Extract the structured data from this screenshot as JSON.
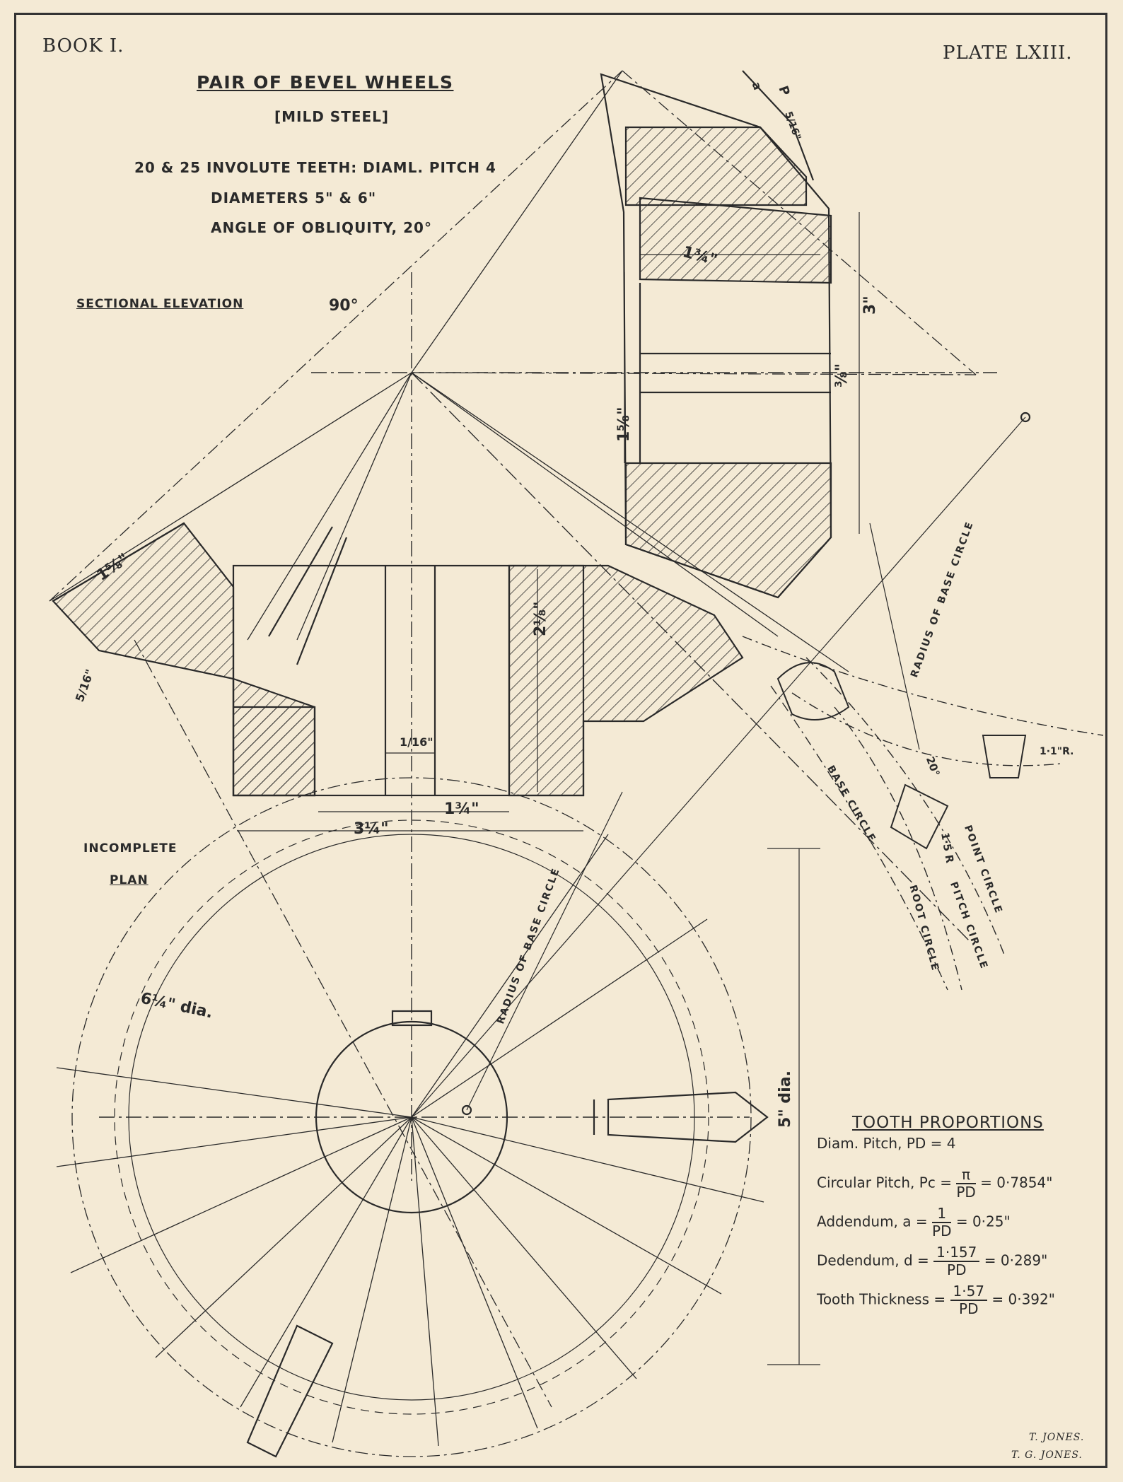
{
  "header": {
    "book": "BOOK I.",
    "plate": "PLATE LXIII."
  },
  "title": {
    "main": "PAIR OF BEVEL WHEELS",
    "material": "[MILD STEEL]",
    "line1": "20 & 25 INVOLUTE TEETH: DIAML. PITCH 4",
    "line2": "DIAMETERS 5\" & 6\"",
    "line3": "ANGLE OF OBLIQUITY, 20°"
  },
  "views": {
    "sectional": "SECTIONAL ELEVATION",
    "incomplete": "INCOMPLETE",
    "plan": "PLAN"
  },
  "dimensions": {
    "angle": "90°",
    "d_6q_dia": "6¼\" dia.",
    "d_5_dia": "5\" dia.",
    "d_3q": "3¼\"",
    "d_1_3_4": "1¾\"",
    "d_1_16": "1/16\"",
    "d_2_1_8": "2⅛\"",
    "d_1_5_8_left": "1⅝\"",
    "d_1_5_8_mid": "1⅝\"",
    "d_3_8": "⅜\"",
    "d_3": "3\"",
    "d_1_3_4_top": "1¾\"",
    "d_5_16": "5/16\"",
    "d_5_10": "5/16\"",
    "d_a": "a",
    "d_p": "P",
    "one_r": "1·1\"R.",
    "one_5_r": "1·5 R",
    "twenty_deg": "20°"
  },
  "labels": {
    "radius_base_circle_1": "RADIUS OF BASE CIRCLE",
    "radius_base_circle_2": "RADIUS OF BASE CIRCLE",
    "base_circle": "BASE CIRCLE",
    "point_circle": "POINT CIRCLE",
    "pitch_circle": "PITCH CIRCLE",
    "root_circle": "ROOT CIRCLE"
  },
  "tooth": {
    "title": "TOOTH PROPORTIONS",
    "rows": [
      {
        "label": "Diam. Pitch,",
        "lhs": "PD = 4",
        "num": "",
        "den": "",
        "rhs": ""
      },
      {
        "label": "Circular Pitch, Pc =",
        "lhs": "",
        "num": "π",
        "den": "PD",
        "rhs": "= 0·7854\""
      },
      {
        "label": "Addendum,",
        "lhs": "a =",
        "num": "1",
        "den": "PD",
        "rhs": "= 0·25\""
      },
      {
        "label": "Dedendum,",
        "lhs": "d =",
        "num": "1·157",
        "den": "PD",
        "rhs": "= 0·289\""
      },
      {
        "label": "Tooth Thickness =",
        "lhs": "",
        "num": "1·57",
        "den": "PD",
        "rhs": "= 0·392\""
      }
    ]
  },
  "signature": {
    "line1": "T. JONES.",
    "line2": "T. G. JONES."
  },
  "colors": {
    "paper": "#f4ead5",
    "ink": "#2a2a2a"
  }
}
